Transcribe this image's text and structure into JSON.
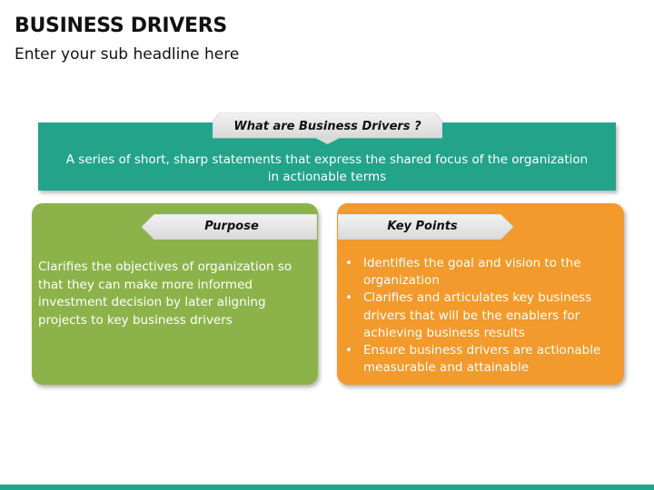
{
  "title": "BUSINESS DRIVERS",
  "subtitle": "Enter your sub headline here",
  "definition": {
    "tab_label": "What are Business Drivers ?",
    "text": "A series of short, sharp statements that express the shared focus of the organization in actionable terms"
  },
  "purpose": {
    "label": "Purpose",
    "text": "Clarifies the objectives of organization so that they can make more informed investment decision by later aligning projects to key business drivers"
  },
  "key_points": {
    "label": "Key Points",
    "items": [
      "Identifies the goal and vision to the organization",
      "Clarifies and articulates key business drivers that will be the enablers for achieving business results",
      "Ensure business drivers are actionable measurable and attainable"
    ]
  },
  "colors": {
    "teal": "#22a38a",
    "green": "#8cb34a",
    "orange": "#f29a2b",
    "tab_gray": "#e4e4e4"
  }
}
